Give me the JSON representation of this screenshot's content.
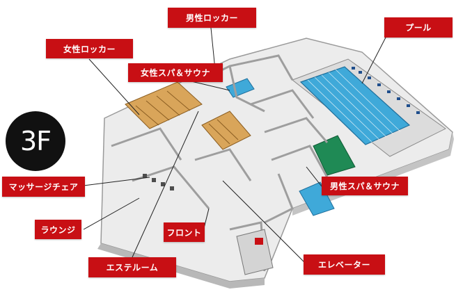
{
  "floor": "3F",
  "labels": {
    "mens_locker_top": "男性ロッカー",
    "womens_locker": "女性ロッカー",
    "womens_spa": "女性スパ＆サウナ",
    "pool": "プール",
    "mens_spa": "男性スパ＆サウナ",
    "massage_chair": "マッサージチェア",
    "lounge": "ラウンジ",
    "front": "フロント",
    "esthetic_room": "エステルーム",
    "elevator": "エレベーター"
  },
  "colors": {
    "label_bg": "#c80f14",
    "label_text": "#ffffff",
    "badge_bg": "#111111",
    "pool_water": "#3fa9d9",
    "floor": "#efefef",
    "wood": "#d9a55a"
  }
}
